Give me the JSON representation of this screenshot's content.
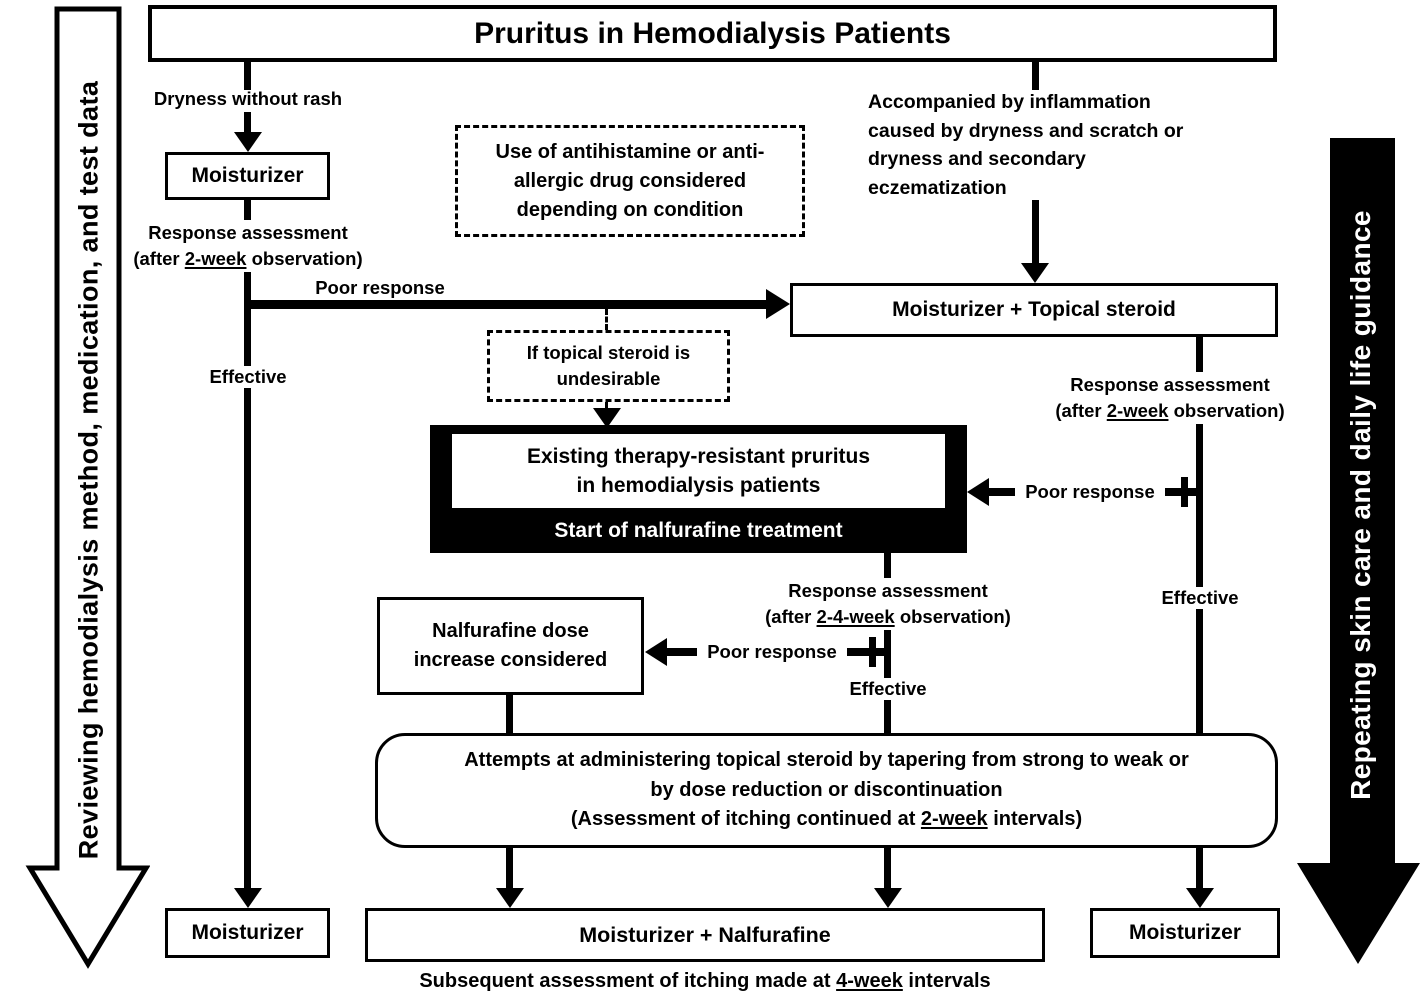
{
  "title": "Pruritus in Hemodialysis Patients",
  "colors": {
    "ink": "#000000",
    "paper": "#ffffff"
  },
  "banners": {
    "left": "Reviewing hemodialysis method, medication, and test data",
    "right": "Repeating skin care and daily life guidance"
  },
  "left_path": {
    "branch_label": "Dryness without rash",
    "box": "Moisturizer",
    "assess_line1": "Response assessment",
    "assess_pre": "(after ",
    "assess_u": "2-week",
    "assess_post": " observation)",
    "poor_response": "Poor response",
    "effective": "Effective",
    "final_box": "Moisturizer"
  },
  "antihistamine_note": {
    "line1": "Use of antihistamine or anti-",
    "line2": "allergic drug considered",
    "line3": "depending on condition"
  },
  "undesirable_note": {
    "line1": "If topical steroid is",
    "line2": "undesirable"
  },
  "right_path": {
    "inflammation_lines": [
      "Accompanied by inflammation",
      "caused by dryness and scratch or",
      "dryness and secondary",
      "eczematization"
    ],
    "box": "Moisturizer + Topical steroid",
    "assess_line1": "Response assessment",
    "assess_pre": "(after ",
    "assess_u": "2-week",
    "assess_post": " observation)",
    "poor_response": "Poor response",
    "effective": "Effective",
    "final_box": "Moisturizer"
  },
  "start_box": {
    "inner_line1": "Existing therapy-resistant pruritus",
    "inner_line2": "in hemodialysis patients",
    "footer": "Start of nalfurafine treatment"
  },
  "center_path": {
    "assess_line1": "Response assessment",
    "assess_pre": "(after ",
    "assess_u": "2-4-week",
    "assess_post": " observation)",
    "poor_response": "Poor response",
    "effective": "Effective"
  },
  "dose_box": {
    "line1": "Nalfurafine dose",
    "line2": "increase considered"
  },
  "taper_box": {
    "line1": "Attempts at administering topical steroid by tapering from strong to weak or",
    "line2": "by dose reduction or discontinuation",
    "line3_pre": "(Assessment of itching continued at ",
    "line3_u": "2-week",
    "line3_post": " intervals)"
  },
  "outcome": {
    "combo_box": "Moisturizer + Nalfurafine"
  },
  "footnote": {
    "pre": "Subsequent assessment of itching made at ",
    "u": "4-week",
    "post": " intervals"
  }
}
